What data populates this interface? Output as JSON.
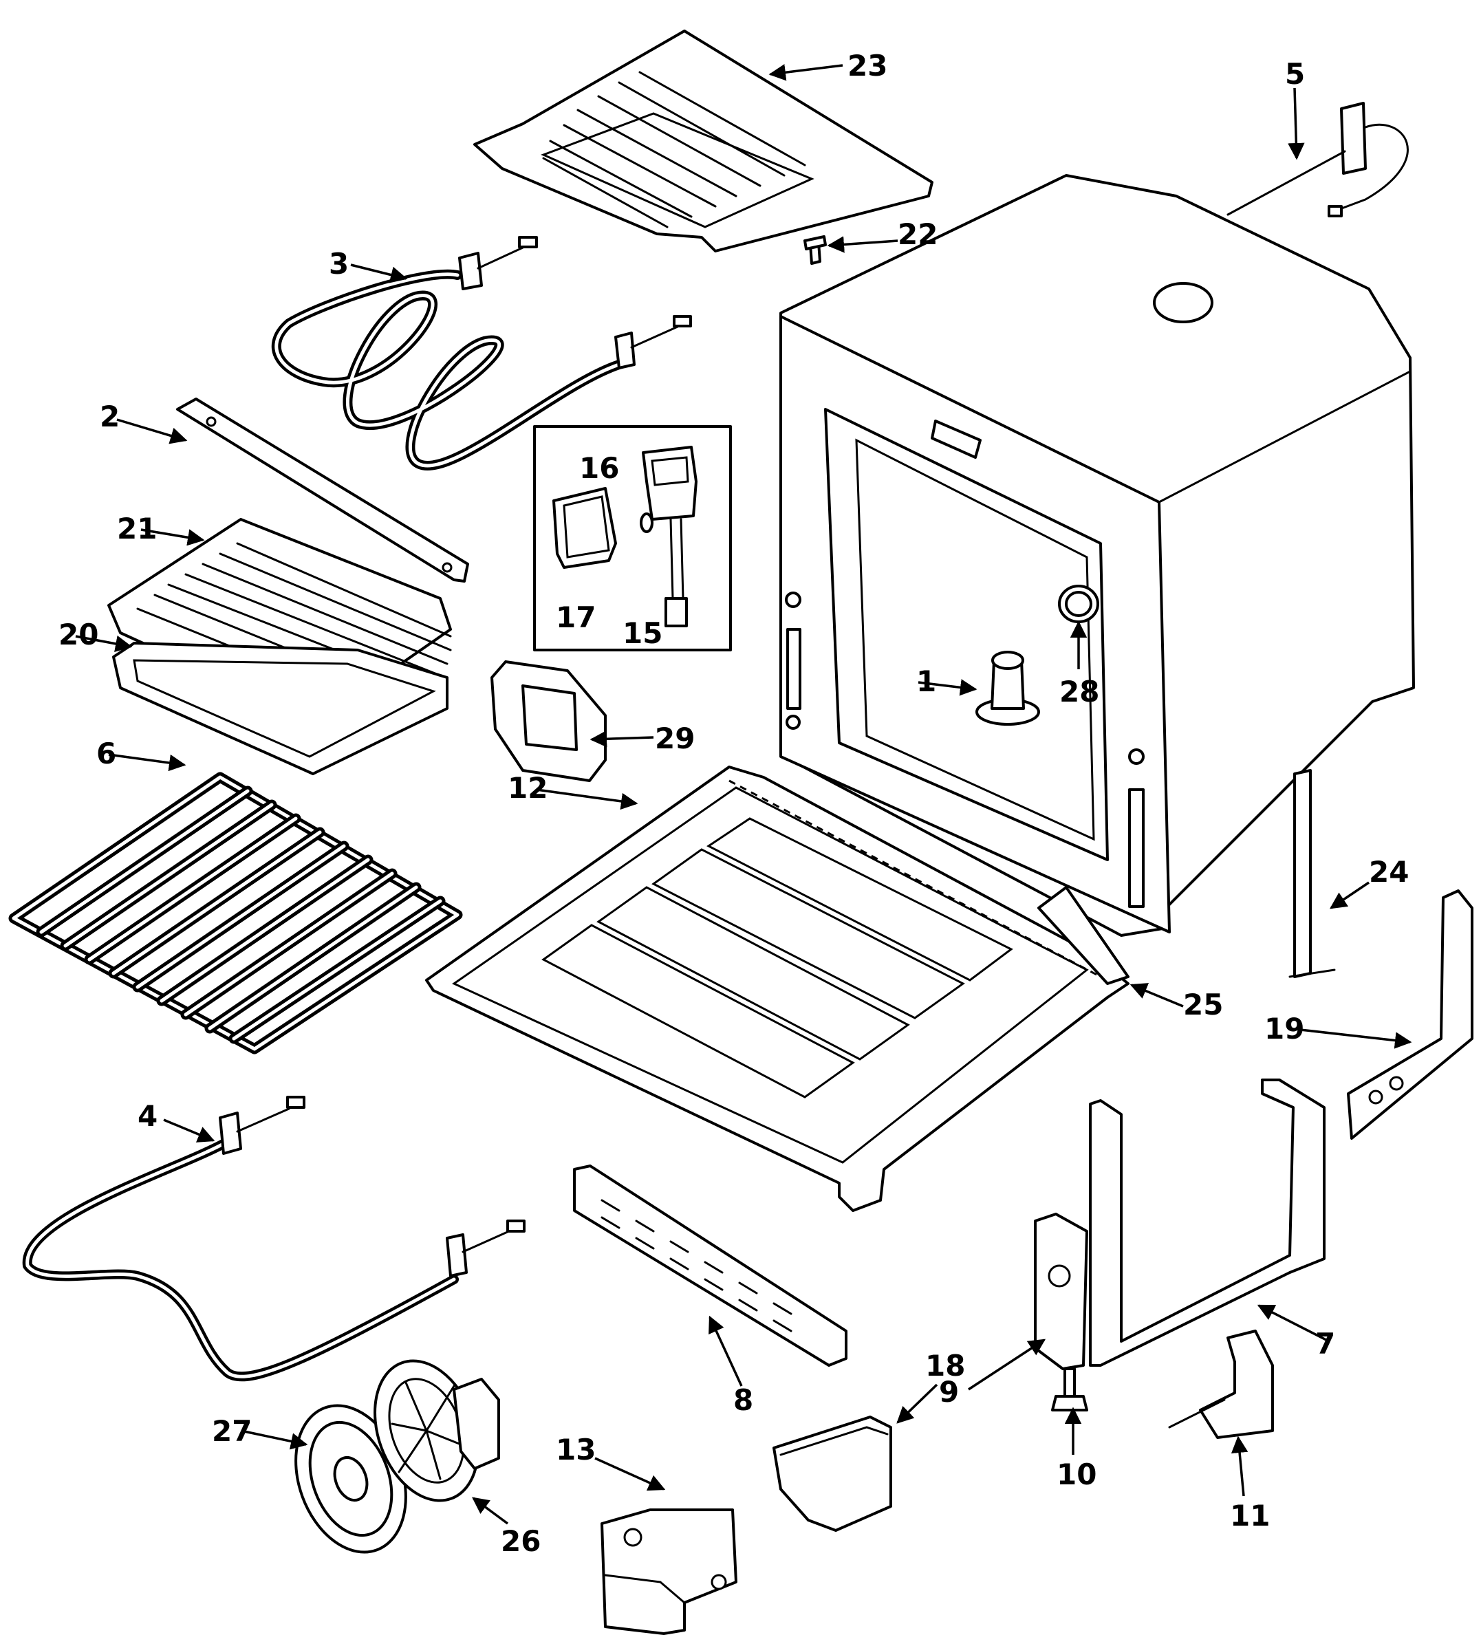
{
  "callouts": {
    "c1": "1",
    "c2": "2",
    "c3": "3",
    "c4": "4",
    "c5": "5",
    "c6": "6",
    "c7": "7",
    "c8": "8",
    "c9": "9",
    "c10": "10",
    "c11": "11",
    "c12": "12",
    "c13": "13",
    "c15": "15",
    "c16": "16",
    "c17": "17",
    "c18": "18",
    "c19": "19",
    "c20": "20",
    "c21": "21",
    "c22": "22",
    "c23": "23",
    "c24": "24",
    "c25": "25",
    "c26": "26",
    "c27": "27",
    "c28": "28",
    "c29": "29"
  },
  "colors": {
    "ink": "#000000",
    "paper": "#ffffff"
  }
}
